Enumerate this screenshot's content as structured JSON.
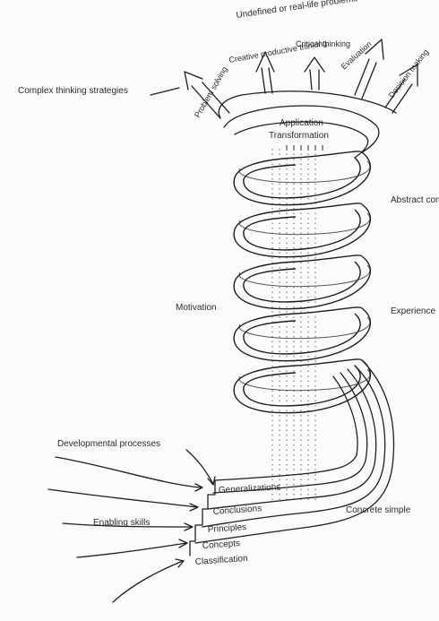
{
  "top_label": "Undefined or real-life problems",
  "branches": [
    "Creative productive thinking",
    "Critical thinking",
    "Evaluation",
    "Decision making",
    "Problem solving"
  ],
  "complex_strategies": "Complex thinking strategies",
  "application": "Application",
  "transformation": "Transformation",
  "abstract": "Abstract complex",
  "motivation": "Motivation",
  "experience": "Experience",
  "developmental": "Developmental processes",
  "enabling": "Enabling skills",
  "concrete": "Concrete simple",
  "steps": [
    "Generalizations",
    "Conclusions",
    "Principles",
    "Concepts",
    "Classification"
  ]
}
